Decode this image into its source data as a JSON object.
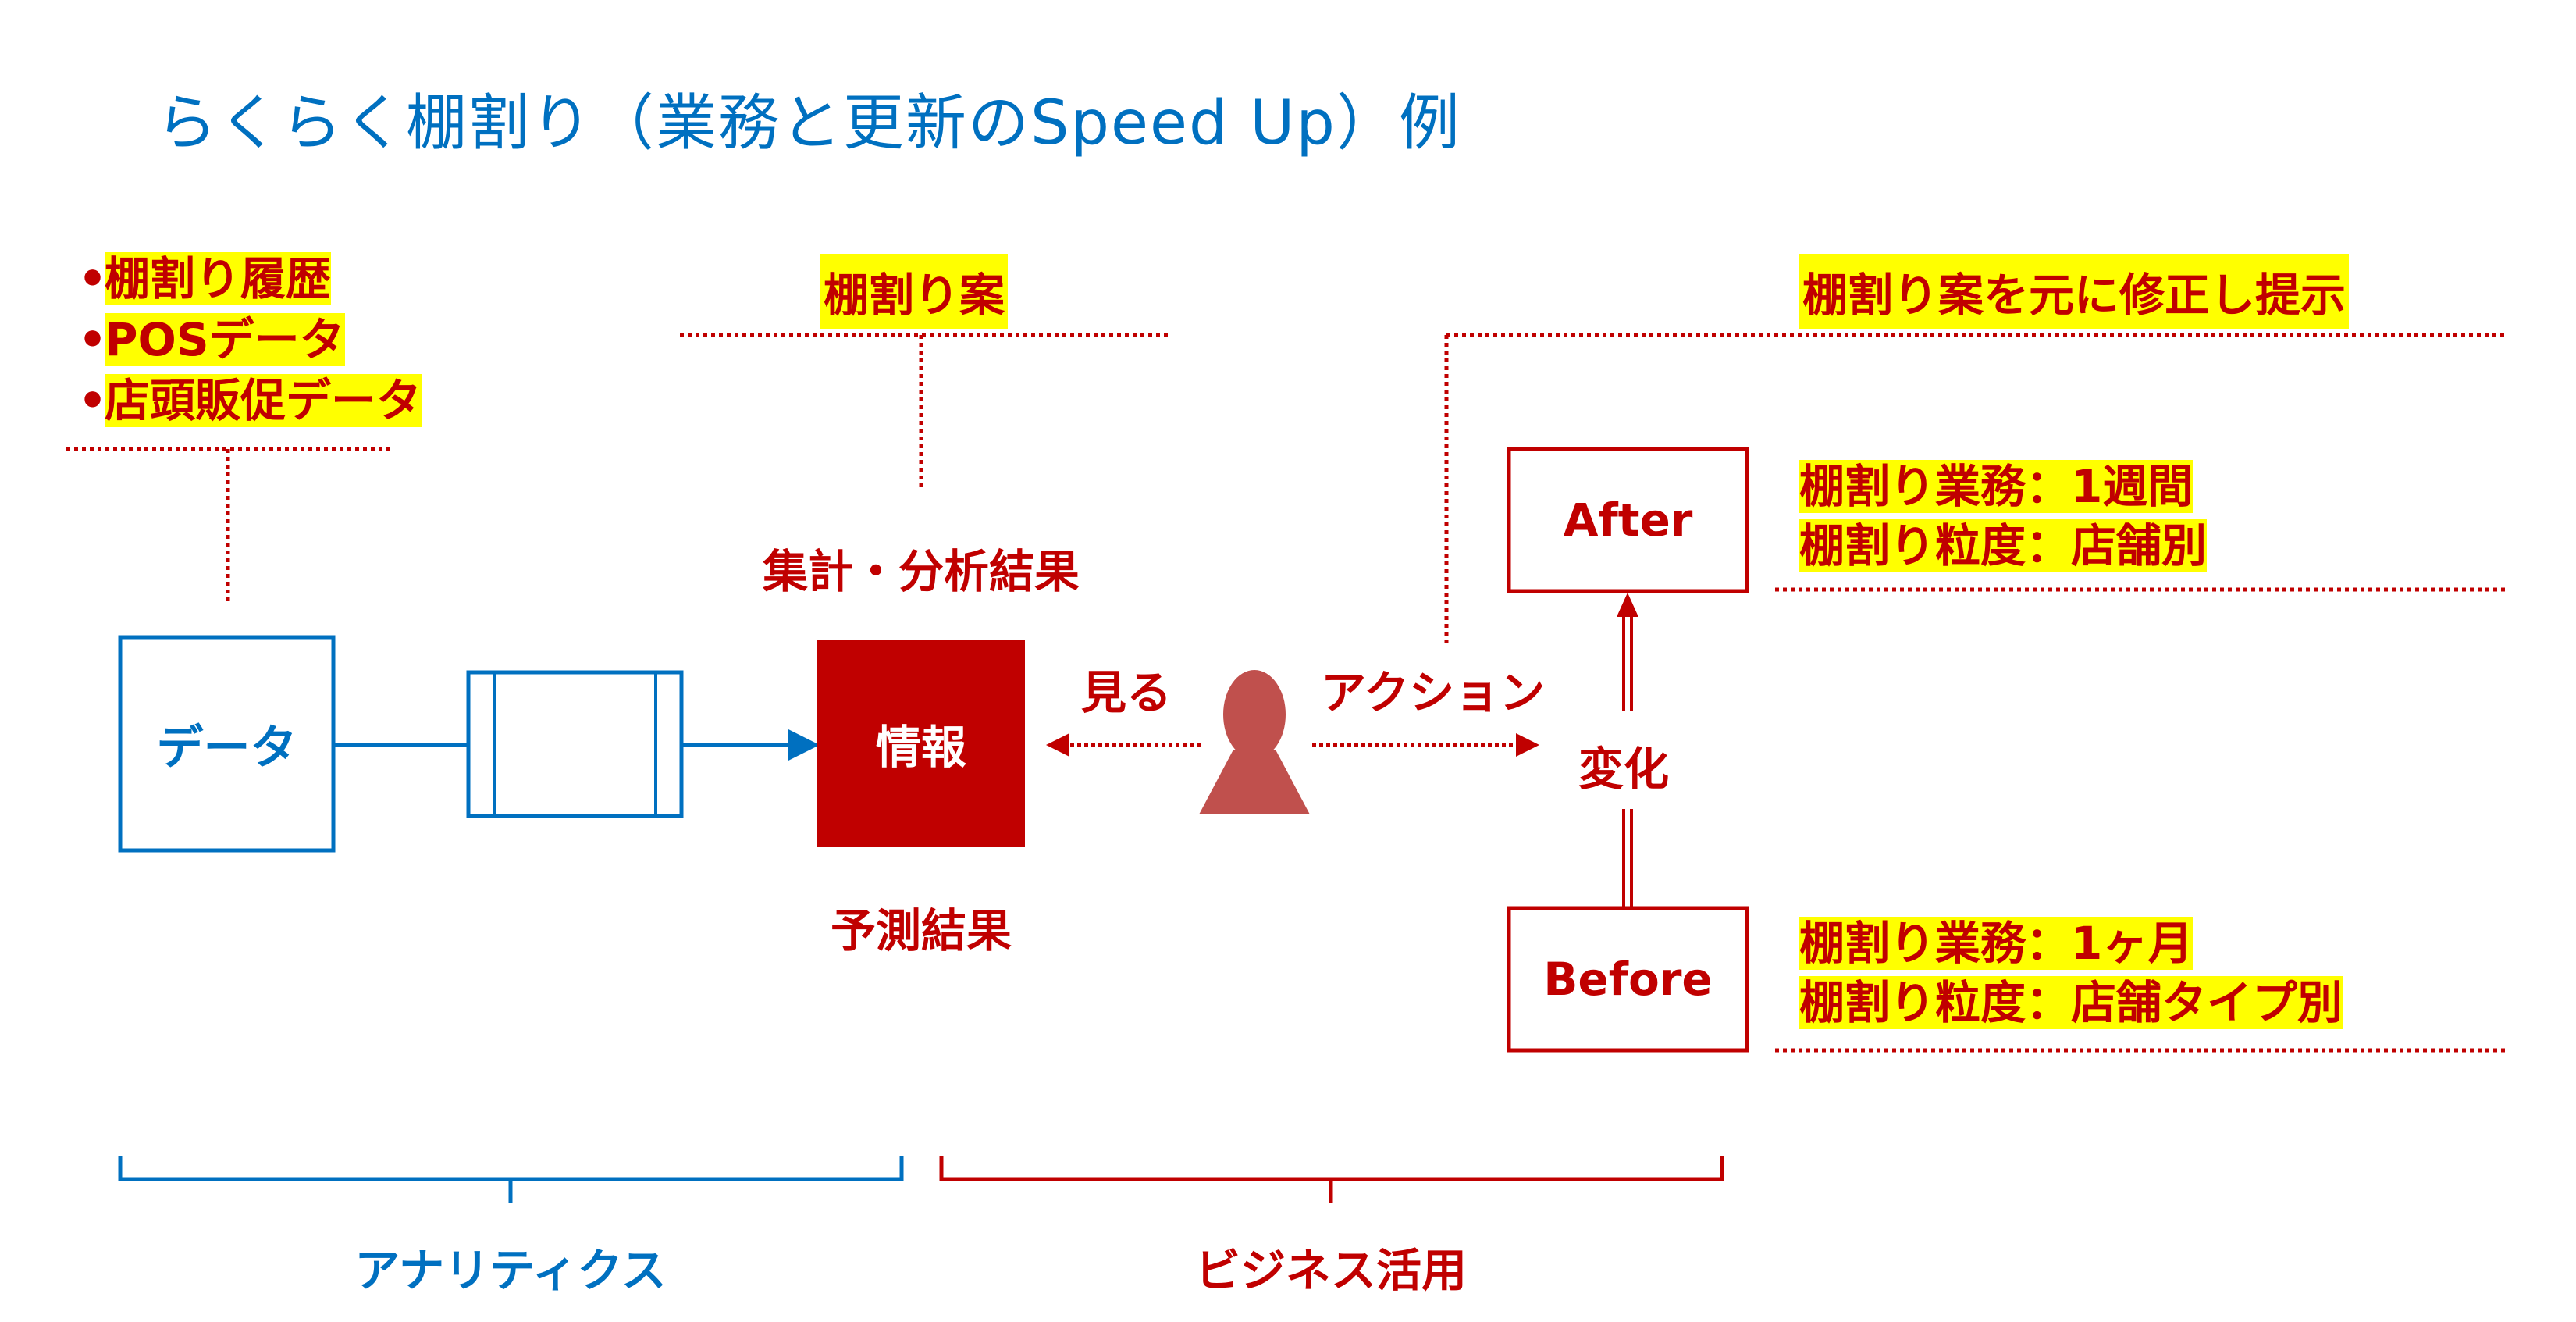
{
  "title": "らくらく棚割り（業務と更新のSpeed Up）例",
  "inputs": {
    "bullets": [
      "棚割り履歴",
      "POSデータ",
      "店頭販促データ"
    ]
  },
  "nodes": {
    "data_box": "データ",
    "info_box": "情報",
    "after_box": "After",
    "before_box": "Before"
  },
  "labels": {
    "proposal": "棚割り案",
    "aggregate": "集計・分析結果",
    "forecast": "予測結果",
    "see": "見る",
    "action": "アクション",
    "change": "変化",
    "revise": "棚割り案を元に修正し提示"
  },
  "after_notes": [
    "棚割り業務：1週間",
    "棚割り粒度：店舗別"
  ],
  "before_notes": [
    "棚割り業務：1ヶ月",
    "棚割り粒度：店舗タイプ別"
  ],
  "sections": {
    "analytics": "アナリティクス",
    "business": "ビジネス活用"
  },
  "colors": {
    "blue": "#0070C0",
    "red": "#C00000",
    "person": "#C0504D",
    "highlight": "#FFFF00"
  }
}
